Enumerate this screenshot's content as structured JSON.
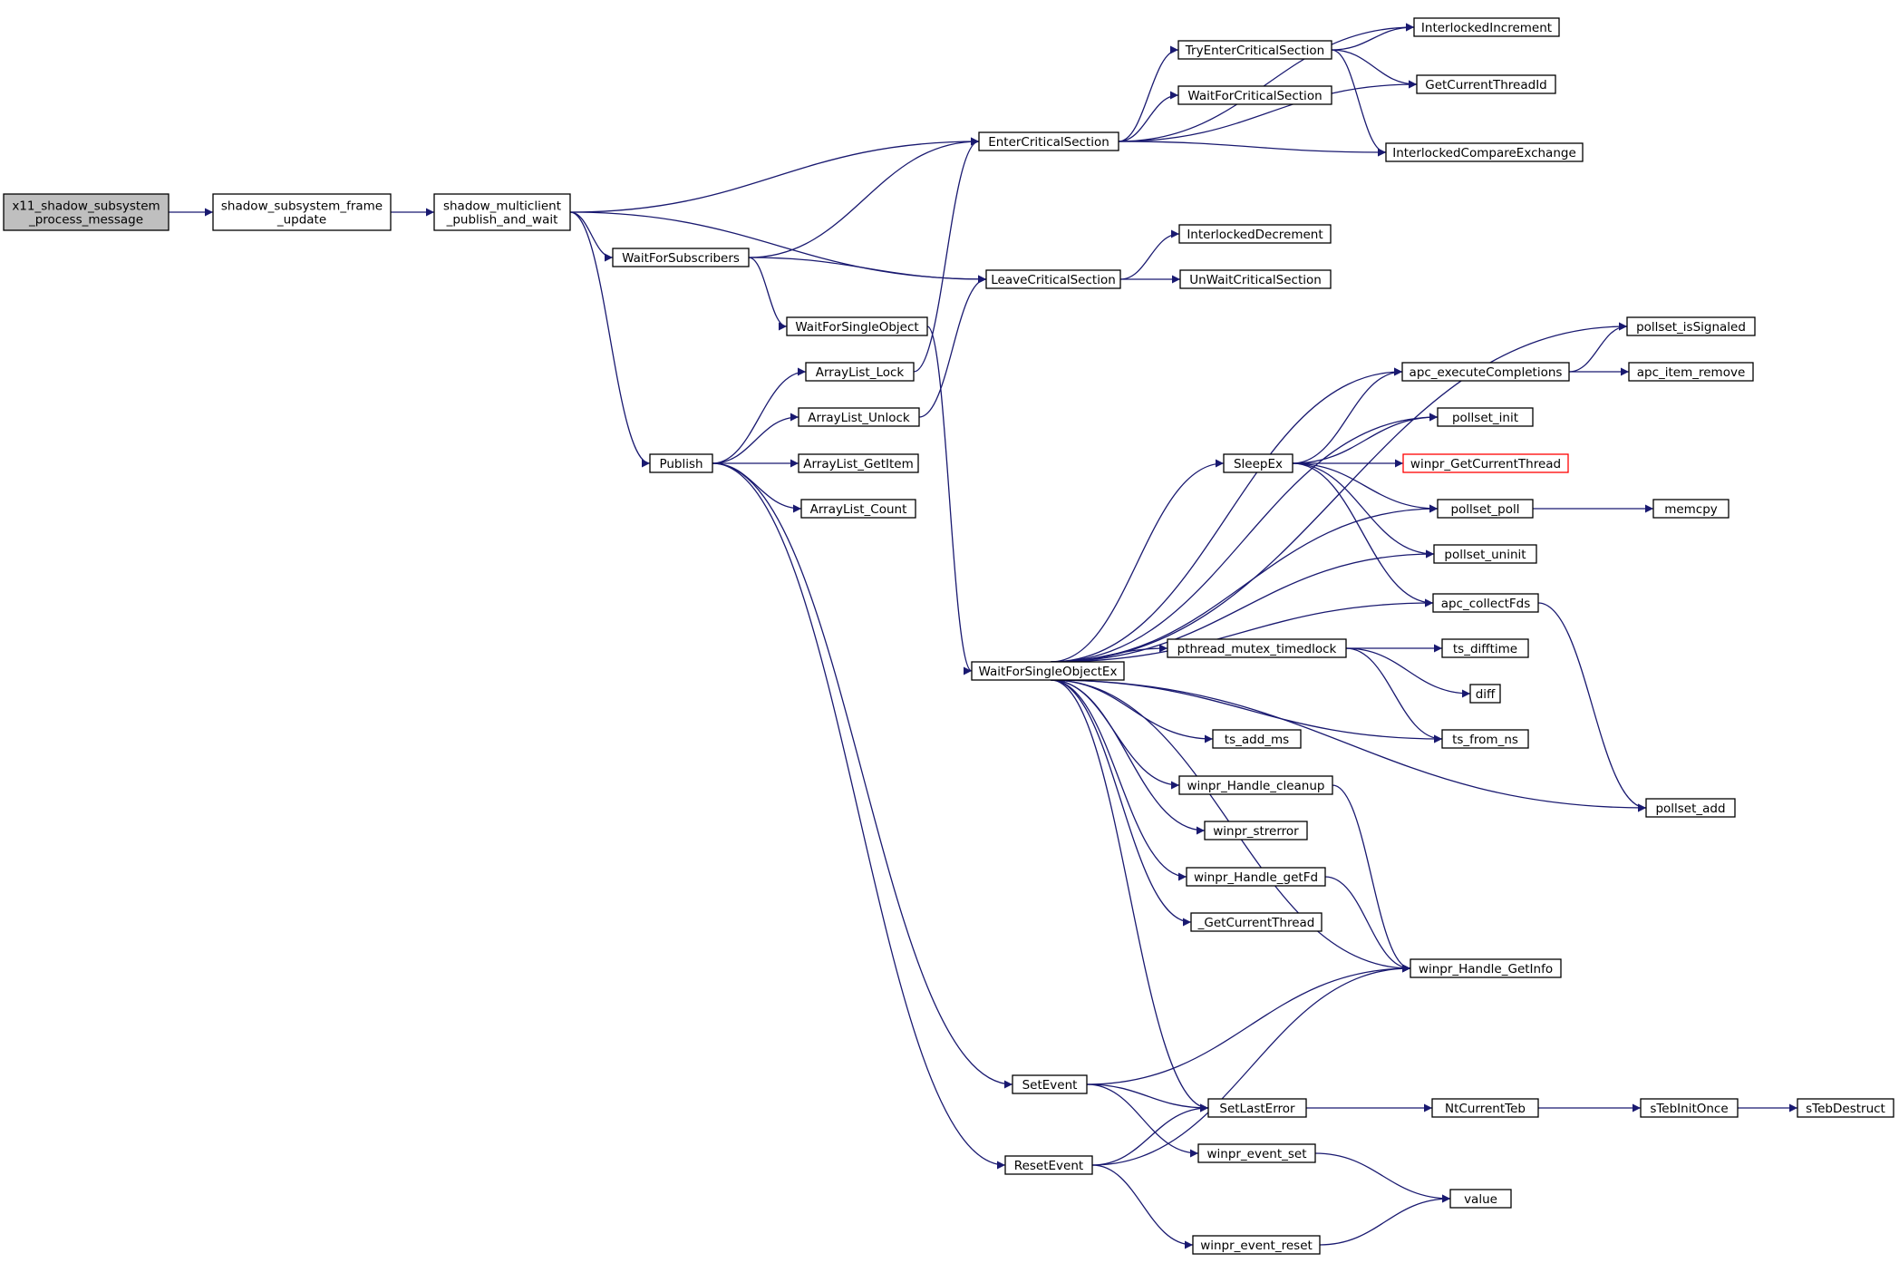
{
  "colors": {
    "edge": "#191970",
    "root_fill": "#bfbfbf",
    "node_border": "#000000",
    "missing_border": "#ff0000"
  },
  "nodes": [
    {
      "id": "x11",
      "lines": [
        "x11_shadow_subsystem",
        "_process_message"
      ],
      "style": "root"
    },
    {
      "id": "frame_update",
      "lines": [
        "shadow_subsystem_frame",
        "_update"
      ]
    },
    {
      "id": "multiclient",
      "lines": [
        "shadow_multiclient",
        "_publish_and_wait"
      ]
    },
    {
      "id": "WaitForSubscribers",
      "lines": [
        "WaitForSubscribers"
      ]
    },
    {
      "id": "Publish",
      "lines": [
        "Publish"
      ]
    },
    {
      "id": "EnterCriticalSection",
      "lines": [
        "EnterCriticalSection"
      ]
    },
    {
      "id": "LeaveCriticalSection",
      "lines": [
        "LeaveCriticalSection"
      ]
    },
    {
      "id": "WaitForSingleObject",
      "lines": [
        "WaitForSingleObject"
      ]
    },
    {
      "id": "ArrayList_Lock",
      "lines": [
        "ArrayList_Lock"
      ]
    },
    {
      "id": "ArrayList_Unlock",
      "lines": [
        "ArrayList_Unlock"
      ]
    },
    {
      "id": "ArrayList_GetItem",
      "lines": [
        "ArrayList_GetItem"
      ]
    },
    {
      "id": "ArrayList_Count",
      "lines": [
        "ArrayList_Count"
      ]
    },
    {
      "id": "WaitForSingleObjectEx",
      "lines": [
        "WaitForSingleObjectEx"
      ]
    },
    {
      "id": "SetEvent",
      "lines": [
        "SetEvent"
      ]
    },
    {
      "id": "ResetEvent",
      "lines": [
        "ResetEvent"
      ]
    },
    {
      "id": "TryEnterCriticalSection",
      "lines": [
        "TryEnterCriticalSection"
      ]
    },
    {
      "id": "WaitForCriticalSection",
      "lines": [
        "WaitForCriticalSection"
      ]
    },
    {
      "id": "InterlockedIncrement",
      "lines": [
        "InterlockedIncrement"
      ]
    },
    {
      "id": "GetCurrentThreadId",
      "lines": [
        "GetCurrentThreadId"
      ]
    },
    {
      "id": "InterlockedCompareExchange",
      "lines": [
        "InterlockedCompareExchange"
      ]
    },
    {
      "id": "InterlockedDecrement",
      "lines": [
        "InterlockedDecrement"
      ]
    },
    {
      "id": "UnWaitCriticalSection",
      "lines": [
        "UnWaitCriticalSection"
      ]
    },
    {
      "id": "pollset_isSignaled",
      "lines": [
        "pollset_isSignaled"
      ]
    },
    {
      "id": "apc_executeCompletions",
      "lines": [
        "apc_executeCompletions"
      ]
    },
    {
      "id": "apc_item_remove",
      "lines": [
        "apc_item_remove"
      ]
    },
    {
      "id": "pollset_init",
      "lines": [
        "pollset_init"
      ]
    },
    {
      "id": "SleepEx",
      "lines": [
        "SleepEx"
      ]
    },
    {
      "id": "winpr_GetCurrentThread",
      "lines": [
        "winpr_GetCurrentThread"
      ],
      "style": "red"
    },
    {
      "id": "pollset_poll",
      "lines": [
        "pollset_poll"
      ]
    },
    {
      "id": "memcpy",
      "lines": [
        "memcpy"
      ]
    },
    {
      "id": "pollset_uninit",
      "lines": [
        "pollset_uninit"
      ]
    },
    {
      "id": "apc_collectFds",
      "lines": [
        "apc_collectFds"
      ]
    },
    {
      "id": "pthread_mutex_timedlock",
      "lines": [
        "pthread_mutex_timedlock"
      ]
    },
    {
      "id": "ts_difftime",
      "lines": [
        "ts_difftime"
      ]
    },
    {
      "id": "diff",
      "lines": [
        "diff"
      ]
    },
    {
      "id": "ts_add_ms",
      "lines": [
        "ts_add_ms"
      ]
    },
    {
      "id": "ts_from_ns",
      "lines": [
        "ts_from_ns"
      ]
    },
    {
      "id": "winpr_Handle_cleanup",
      "lines": [
        "winpr_Handle_cleanup"
      ]
    },
    {
      "id": "pollset_add",
      "lines": [
        "pollset_add"
      ]
    },
    {
      "id": "winpr_strerror",
      "lines": [
        "winpr_strerror"
      ]
    },
    {
      "id": "winpr_Handle_getFd",
      "lines": [
        "winpr_Handle_getFd"
      ]
    },
    {
      "id": "_GetCurrentThread",
      "lines": [
        "_GetCurrentThread"
      ]
    },
    {
      "id": "winpr_Handle_GetInfo",
      "lines": [
        "winpr_Handle_GetInfo"
      ]
    },
    {
      "id": "SetLastError",
      "lines": [
        "SetLastError"
      ]
    },
    {
      "id": "NtCurrentTeb",
      "lines": [
        "NtCurrentTeb"
      ]
    },
    {
      "id": "sTebInitOnce",
      "lines": [
        "sTebInitOnce"
      ]
    },
    {
      "id": "sTebDestruct",
      "lines": [
        "sTebDestruct"
      ]
    },
    {
      "id": "winpr_event_set",
      "lines": [
        "winpr_event_set"
      ]
    },
    {
      "id": "value",
      "lines": [
        "value"
      ]
    },
    {
      "id": "winpr_event_reset",
      "lines": [
        "winpr_event_reset"
      ]
    }
  ],
  "edges": [
    [
      "x11",
      "frame_update"
    ],
    [
      "frame_update",
      "multiclient"
    ],
    [
      "multiclient",
      "EnterCriticalSection"
    ],
    [
      "multiclient",
      "WaitForSubscribers"
    ],
    [
      "multiclient",
      "LeaveCriticalSection"
    ],
    [
      "multiclient",
      "Publish"
    ],
    [
      "WaitForSubscribers",
      "EnterCriticalSection"
    ],
    [
      "WaitForSubscribers",
      "LeaveCriticalSection"
    ],
    [
      "WaitForSubscribers",
      "WaitForSingleObject"
    ],
    [
      "WaitForSingleObject",
      "WaitForSingleObjectEx"
    ],
    [
      "Publish",
      "ArrayList_Lock"
    ],
    [
      "Publish",
      "ArrayList_Unlock"
    ],
    [
      "Publish",
      "ArrayList_GetItem"
    ],
    [
      "Publish",
      "ArrayList_Count"
    ],
    [
      "Publish",
      "SetEvent"
    ],
    [
      "Publish",
      "ResetEvent"
    ],
    [
      "ArrayList_Lock",
      "EnterCriticalSection"
    ],
    [
      "ArrayList_Unlock",
      "LeaveCriticalSection"
    ],
    [
      "EnterCriticalSection",
      "InterlockedIncrement"
    ],
    [
      "EnterCriticalSection",
      "TryEnterCriticalSection"
    ],
    [
      "EnterCriticalSection",
      "WaitForCriticalSection"
    ],
    [
      "EnterCriticalSection",
      "GetCurrentThreadId"
    ],
    [
      "EnterCriticalSection",
      "InterlockedCompareExchange"
    ],
    [
      "TryEnterCriticalSection",
      "InterlockedIncrement"
    ],
    [
      "TryEnterCriticalSection",
      "GetCurrentThreadId"
    ],
    [
      "TryEnterCriticalSection",
      "InterlockedCompareExchange"
    ],
    [
      "LeaveCriticalSection",
      "InterlockedDecrement"
    ],
    [
      "LeaveCriticalSection",
      "UnWaitCriticalSection"
    ],
    [
      "WaitForSingleObjectEx",
      "pollset_isSignaled"
    ],
    [
      "WaitForSingleObjectEx",
      "apc_executeCompletions"
    ],
    [
      "WaitForSingleObjectEx",
      "pollset_init"
    ],
    [
      "WaitForSingleObjectEx",
      "SleepEx"
    ],
    [
      "WaitForSingleObjectEx",
      "pollset_poll"
    ],
    [
      "WaitForSingleObjectEx",
      "pollset_uninit"
    ],
    [
      "WaitForSingleObjectEx",
      "apc_collectFds"
    ],
    [
      "WaitForSingleObjectEx",
      "pthread_mutex_timedlock"
    ],
    [
      "WaitForSingleObjectEx",
      "ts_add_ms"
    ],
    [
      "WaitForSingleObjectEx",
      "ts_from_ns"
    ],
    [
      "WaitForSingleObjectEx",
      "winpr_Handle_cleanup"
    ],
    [
      "WaitForSingleObjectEx",
      "winpr_strerror"
    ],
    [
      "WaitForSingleObjectEx",
      "winpr_Handle_getFd"
    ],
    [
      "WaitForSingleObjectEx",
      "_GetCurrentThread"
    ],
    [
      "WaitForSingleObjectEx",
      "winpr_Handle_GetInfo"
    ],
    [
      "WaitForSingleObjectEx",
      "pollset_add"
    ],
    [
      "WaitForSingleObjectEx",
      "SetLastError"
    ],
    [
      "apc_executeCompletions",
      "pollset_isSignaled"
    ],
    [
      "apc_executeCompletions",
      "apc_item_remove"
    ],
    [
      "SleepEx",
      "apc_executeCompletions"
    ],
    [
      "SleepEx",
      "pollset_init"
    ],
    [
      "SleepEx",
      "winpr_GetCurrentThread"
    ],
    [
      "SleepEx",
      "pollset_poll"
    ],
    [
      "SleepEx",
      "pollset_uninit"
    ],
    [
      "SleepEx",
      "apc_collectFds"
    ],
    [
      "pollset_poll",
      "memcpy"
    ],
    [
      "apc_collectFds",
      "pollset_add"
    ],
    [
      "pthread_mutex_timedlock",
      "ts_difftime"
    ],
    [
      "pthread_mutex_timedlock",
      "diff"
    ],
    [
      "pthread_mutex_timedlock",
      "ts_from_ns"
    ],
    [
      "winpr_Handle_cleanup",
      "winpr_Handle_GetInfo"
    ],
    [
      "winpr_Handle_getFd",
      "winpr_Handle_GetInfo"
    ],
    [
      "SetEvent",
      "winpr_Handle_GetInfo"
    ],
    [
      "SetEvent",
      "SetLastError"
    ],
    [
      "SetEvent",
      "winpr_event_set"
    ],
    [
      "ResetEvent",
      "SetLastError"
    ],
    [
      "ResetEvent",
      "winpr_Handle_GetInfo"
    ],
    [
      "ResetEvent",
      "winpr_event_reset"
    ],
    [
      "SetLastError",
      "NtCurrentTeb"
    ],
    [
      "NtCurrentTeb",
      "sTebInitOnce"
    ],
    [
      "sTebInitOnce",
      "sTebDestruct"
    ],
    [
      "winpr_event_set",
      "value"
    ],
    [
      "winpr_event_reset",
      "value"
    ]
  ]
}
